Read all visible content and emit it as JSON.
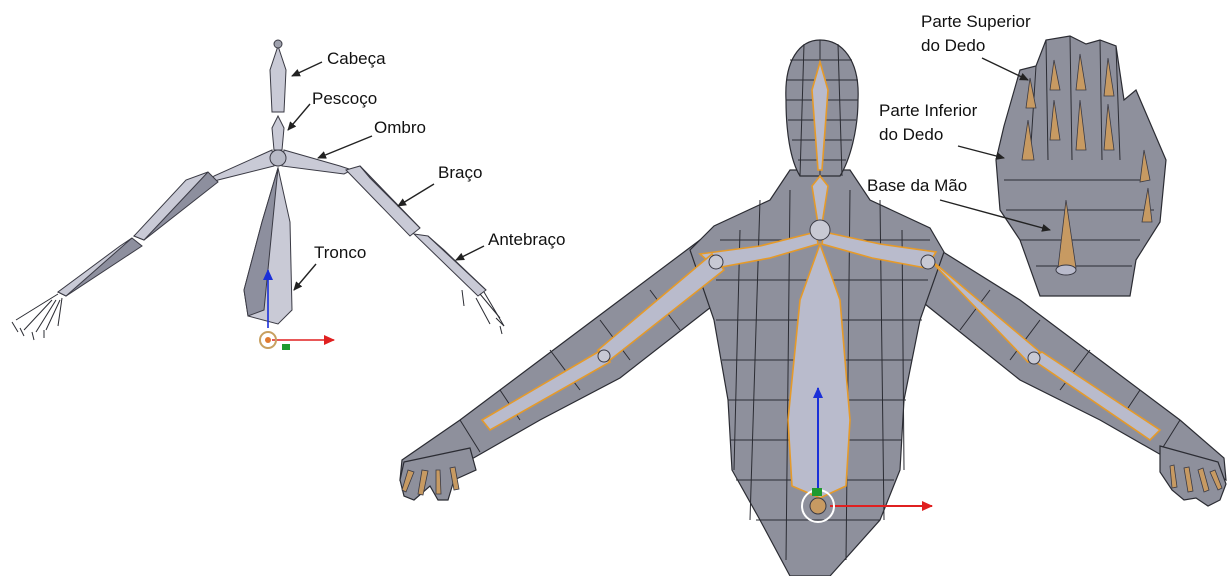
{
  "labels": {
    "head": "Cabeça",
    "neck": "Pescoço",
    "shoulder": "Ombro",
    "arm": "Braço",
    "forearm": "Antebraço",
    "trunk": "Tronco",
    "finger_top_line1": "Parte Superior",
    "finger_top_line2": "do Dedo",
    "finger_bottom_line1": "Parte Inferior",
    "finger_bottom_line2": "do Dedo",
    "hand_base": "Base da Mão"
  },
  "colors": {
    "bone_fill": "#c9cad6",
    "bone_outline": "#3a3a44",
    "mesh_fill": "#8e909c",
    "selection_outline": "#e59a2a",
    "finger_bone": "#c79a62",
    "axis_x": "#e02020",
    "axis_y": "#1f9a2f",
    "axis_z": "#1a2fd8"
  }
}
